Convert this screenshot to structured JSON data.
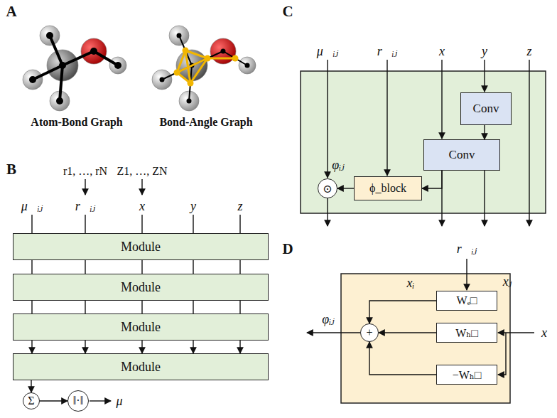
{
  "diagram": {
    "nodes": [
      {
        "text": [
          "Module"
        ]
      },
      {
        "text": [
          "Module"
        ]
      },
      {
        "text": [
          "Module"
        ]
      },
      {
        "text": [
          "Module"
        ]
      },
      {
        "text": [
          "Σ"
        ]
      },
      {
        "text": [
          "‖·‖"
        ]
      },
      {
        "text": [
          "Conv"
        ]
      },
      {
        "text": [
          "Conv"
        ]
      },
      {
        "text": [
          "ϕ_block"
        ]
      },
      {
        "text": [
          "⊙"
        ]
      },
      {
        "text": [
          "Wₑ□"
        ]
      },
      {
        "text": [
          "Wₕ□"
        ]
      },
      {
        "text": [
          "−Wₕ□"
        ]
      },
      {
        "text": [
          "+"
        ]
      }
    ],
    "edges": [
      {
        "from": 0,
        "to": 1,
        "arrow": "none"
      },
      {
        "from": 0,
        "to": 1,
        "arrow": "none"
      },
      {
        "from": 0,
        "to": 1,
        "arrow": "none"
      },
      {
        "from": 0,
        "to": 1,
        "arrow": "none"
      },
      {
        "from": 0,
        "to": 1,
        "arrow": "none"
      },
      {
        "from": 1,
        "to": 2,
        "arrow": "none"
      },
      {
        "from": 1,
        "to": 2,
        "arrow": "none"
      },
      {
        "from": 1,
        "to": 2,
        "arrow": "none"
      },
      {
        "from": 1,
        "to": 2,
        "arrow": "none"
      },
      {
        "from": 1,
        "to": 2,
        "arrow": "none"
      },
      {
        "from": 2,
        "to": 3,
        "arrow": "to"
      },
      {
        "from": 2,
        "to": 3,
        "arrow": "to"
      },
      {
        "from": 2,
        "to": 3,
        "arrow": "to"
      },
      {
        "from": 2,
        "to": 3,
        "arrow": "to"
      },
      {
        "from": 2,
        "to": 3,
        "arrow": "to"
      },
      {
        "from": 3,
        "to": 4,
        "arrow": "to"
      },
      {
        "from": 4,
        "to": 5,
        "arrow": "to"
      },
      {
        "from": 6,
        "to": 7,
        "arrow": "to"
      },
      {
        "from": 7,
        "to": 8,
        "arrow": "to"
      },
      {
        "from": 8,
        "to": 9,
        "arrow": "to"
      },
      {
        "from": 10,
        "to": 13,
        "arrow": "to"
      },
      {
        "from": 11,
        "to": 13,
        "arrow": "to"
      },
      {
        "from": 12,
        "to": 13,
        "arrow": "to"
      }
    ],
    "labels": [
      "A",
      "Atom-Bond Graph",
      "Bond-Angle Graph",
      "B",
      "r1, …, rN",
      "Z1, …, ZN",
      "μ⃗ᵢⱼ",
      "r⃗ᵢⱼ",
      "x",
      "y",
      "z",
      "μ",
      "C",
      "μ⃗ᵢⱼ",
      "r⃗ᵢⱼ",
      "x",
      "y",
      "z",
      "φᵢⱼ",
      "D",
      "r⃗ᵢⱼ",
      "xᵢ",
      "xⱼ",
      "φᵢⱼ",
      "x"
    ]
  }
}
